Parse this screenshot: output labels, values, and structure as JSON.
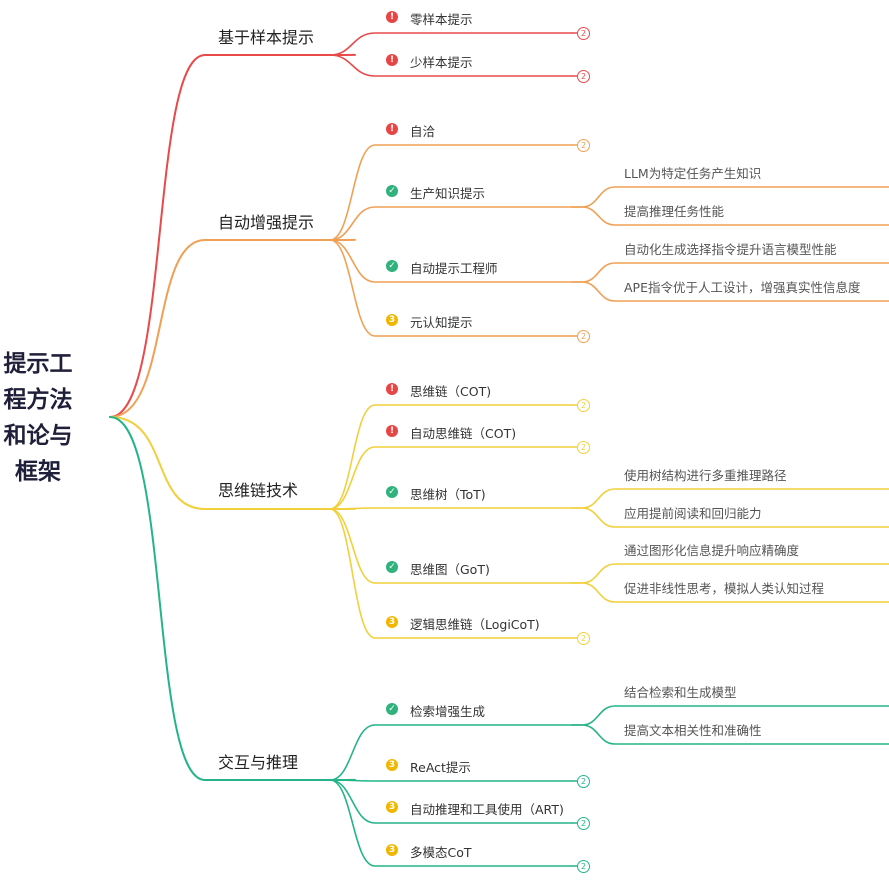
{
  "root": {
    "lines": [
      "提示工",
      "程方法",
      "和论与",
      "框架"
    ]
  },
  "branches": [
    {
      "label": "基于样本提示",
      "color": "#e84a4a",
      "items": [
        {
          "label": "零样本提示",
          "icon": "exclamation-icon",
          "status": "red",
          "badge": "2"
        },
        {
          "label": "少样本提示",
          "icon": "exclamation-icon",
          "status": "red",
          "badge": "2"
        }
      ]
    },
    {
      "label": "自动增强提示",
      "color": "#f0a055",
      "items": [
        {
          "label": "自洽",
          "icon": "exclamation-icon",
          "status": "red",
          "badge": "2"
        },
        {
          "label": "生产知识提示",
          "icon": "check-icon",
          "status": "green",
          "children": [
            "LLM为特定任务产生知识",
            "提高推理任务性能"
          ]
        },
        {
          "label": "自动提示工程师",
          "icon": "check-icon",
          "status": "green",
          "children": [
            "自动化生成选择指令提升语言模型性能",
            "APE指令优于人工设计，增强真实性信息度"
          ]
        },
        {
          "label": "元认知提示",
          "icon": "three-icon",
          "status": "yellow",
          "badge": "2"
        }
      ]
    },
    {
      "label": "思维链技术",
      "color": "#f2cf3c",
      "items": [
        {
          "label": "思维链（COT)",
          "icon": "exclamation-icon",
          "status": "red",
          "badge": "2"
        },
        {
          "label": "自动思维链（COT)",
          "icon": "exclamation-icon",
          "status": "red",
          "badge": "2"
        },
        {
          "label": "思维树（ToT)",
          "icon": "check-icon",
          "status": "green",
          "children": [
            "使用树结构进行多重推理路径",
            "应用提前阅读和回归能力"
          ]
        },
        {
          "label": "思维图（GoT)",
          "icon": "check-icon",
          "status": "green",
          "children": [
            "通过图形化信息提升响应精确度",
            "促进非线性思考，模拟人类认知过程"
          ]
        },
        {
          "label": "逻辑思维链（LogiCoT)",
          "icon": "three-icon",
          "status": "yellow",
          "badge": "2"
        }
      ]
    },
    {
      "label": "交互与推理",
      "color": "#25b488",
      "items": [
        {
          "label": "检索增强生成",
          "icon": "check-icon",
          "status": "green",
          "children": [
            "结合检索和生成模型",
            "提高文本相关性和准确性"
          ]
        },
        {
          "label": "ReAct提示",
          "icon": "three-icon",
          "status": "yellow",
          "badge": "2"
        },
        {
          "label": "自动推理和工具使用（ART)",
          "icon": "three-icon",
          "status": "yellow",
          "badge": "2"
        },
        {
          "label": "多模态CoT",
          "icon": "three-icon",
          "status": "yellow",
          "badge": "2"
        }
      ]
    }
  ]
}
